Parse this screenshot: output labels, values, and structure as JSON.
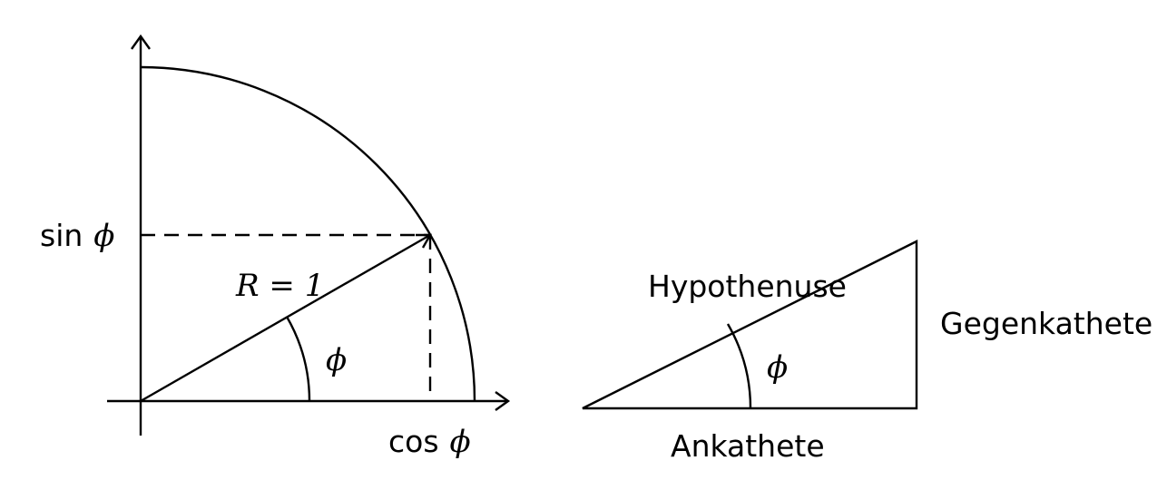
{
  "unit_circle": {
    "sin_label_word": "sin",
    "cos_label_word": "cos",
    "phi_symbol": "ϕ",
    "radius_label": "R = 1",
    "angle_label": "ϕ"
  },
  "triangle": {
    "hypotenuse_label": "Hypothenuse",
    "opposite_label": "Gegenkathete",
    "adjacent_label": "Ankathete",
    "angle_label": "ϕ"
  }
}
